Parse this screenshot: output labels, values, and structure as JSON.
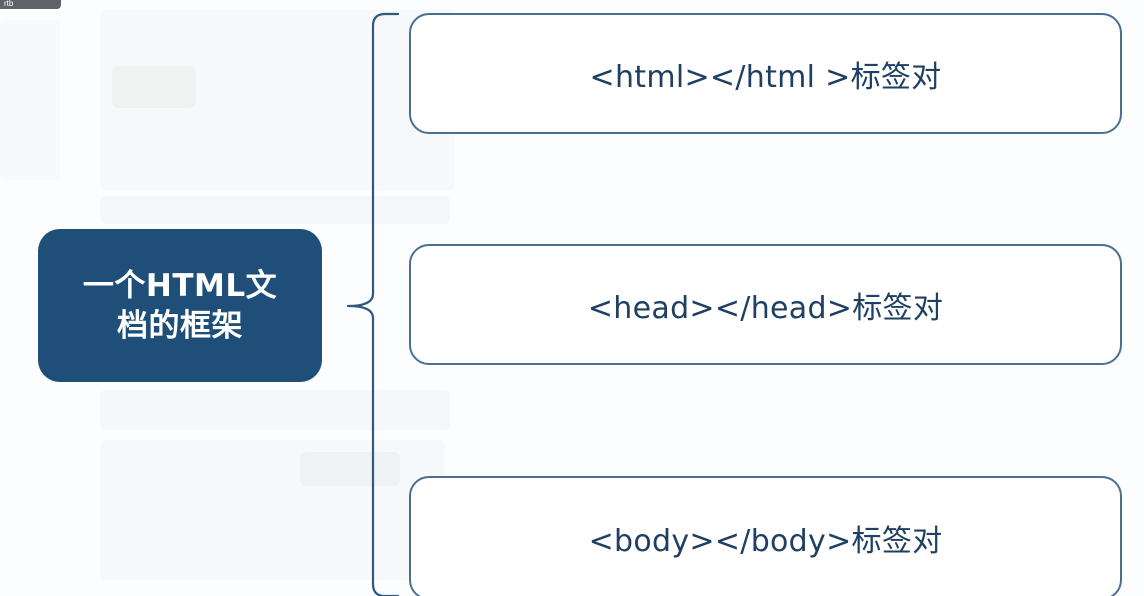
{
  "corner_tag": "rtb",
  "diagram": {
    "root": {
      "label": "一个HTML文档的框架"
    },
    "children": [
      {
        "label": "<html></html >标签对"
      },
      {
        "label": "<head></head>标签对"
      },
      {
        "label": "<body></body>标签对"
      }
    ]
  },
  "colors": {
    "root_fill": "#1f4e79",
    "child_border": "#4a6f93",
    "bracket": "#2e5a82",
    "text_dark": "#1f3f63"
  }
}
